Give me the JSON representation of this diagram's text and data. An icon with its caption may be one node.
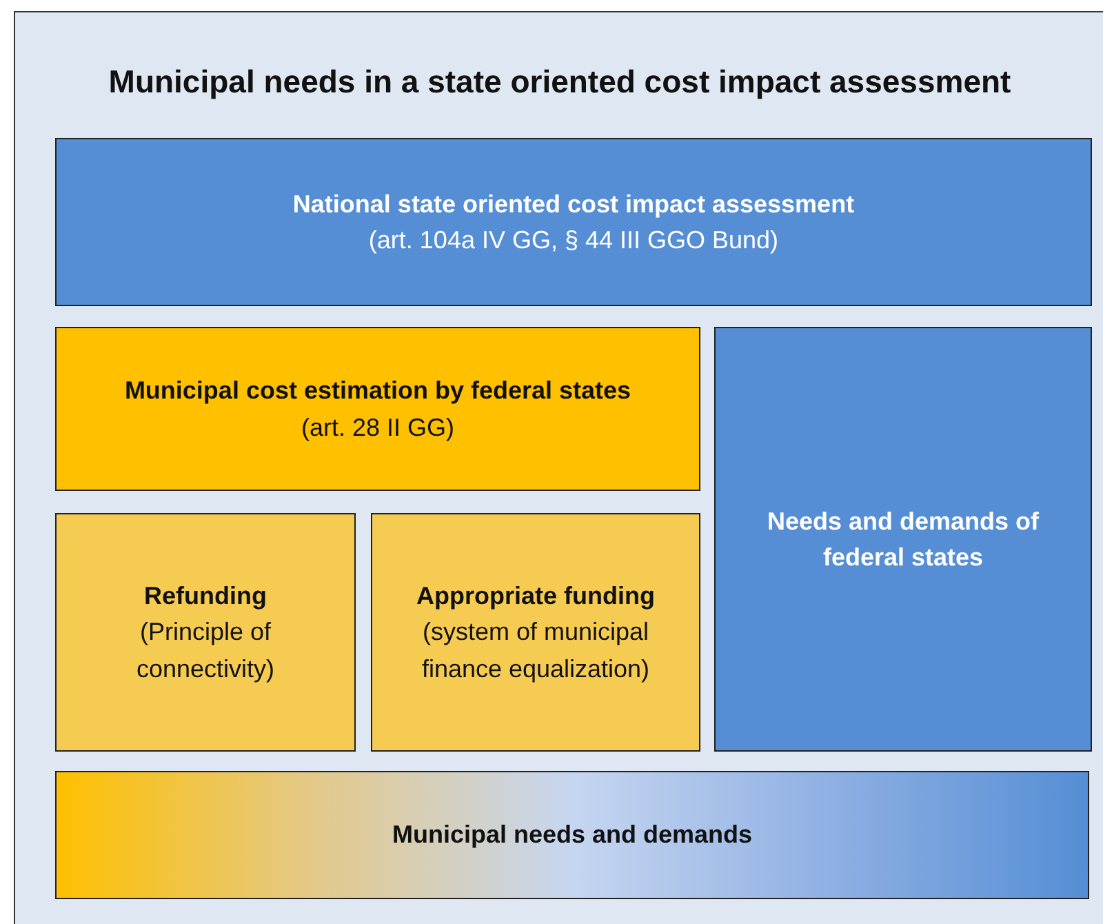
{
  "diagram": {
    "title": "Municipal needs in a state oriented cost impact assessment",
    "nodes": [
      {
        "text": [
          "National state oriented cost impact assessment",
          "(art. 104a IV GG, § 44 III GGO Bund)"
        ]
      },
      {
        "text": [
          "Municipal cost estimation by federal states",
          "(art. 28 II GG)"
        ]
      },
      {
        "text": [
          "Needs and demands of federal states"
        ]
      },
      {
        "text": [
          "Refunding",
          "(Principle of connectivity)"
        ]
      },
      {
        "text": [
          "Appropriate funding",
          "(system of municipal finance equalization)"
        ]
      },
      {
        "text": [
          "Municipal needs and demands"
        ]
      }
    ]
  }
}
